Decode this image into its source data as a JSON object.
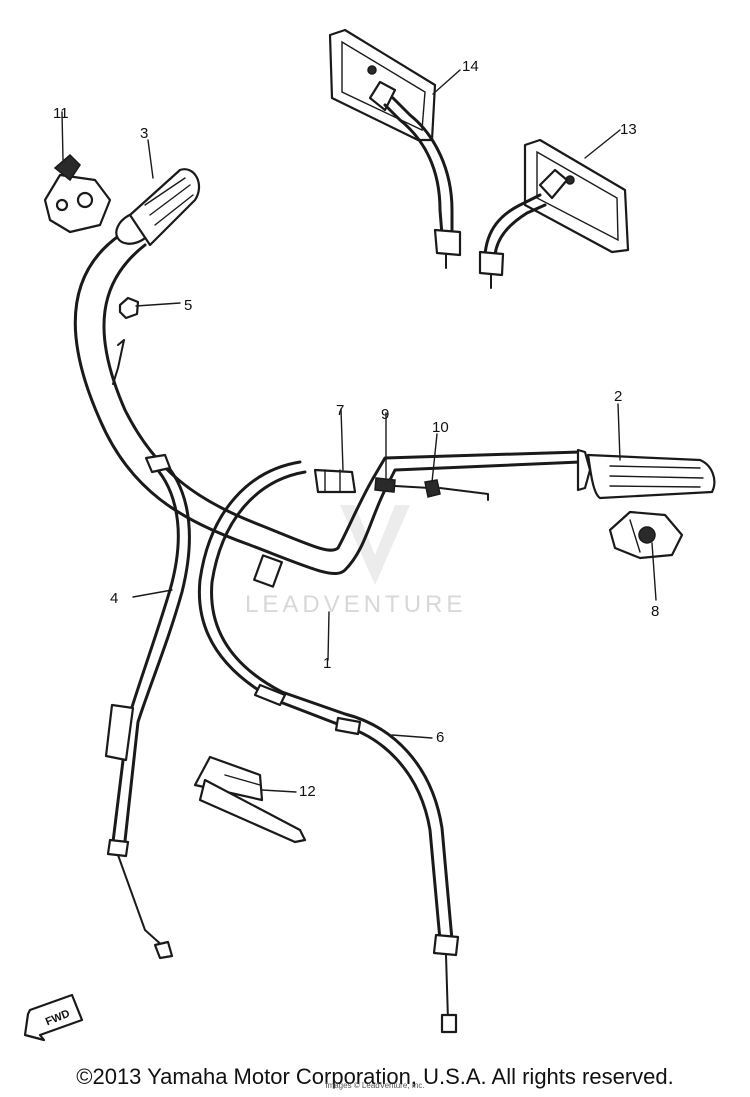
{
  "diagram": {
    "callouts": [
      "1",
      "2",
      "3",
      "4",
      "5",
      "6",
      "7",
      "8",
      "9",
      "10",
      "11",
      "12",
      "13",
      "14"
    ],
    "watermark": "LEADVENTURE",
    "fwd_label": "FWD",
    "copyright": "©2013 Yamaha Motor Corporation, U.S.A. All rights reserved.",
    "copyright_small": "Images © LeadVenture, Inc."
  }
}
